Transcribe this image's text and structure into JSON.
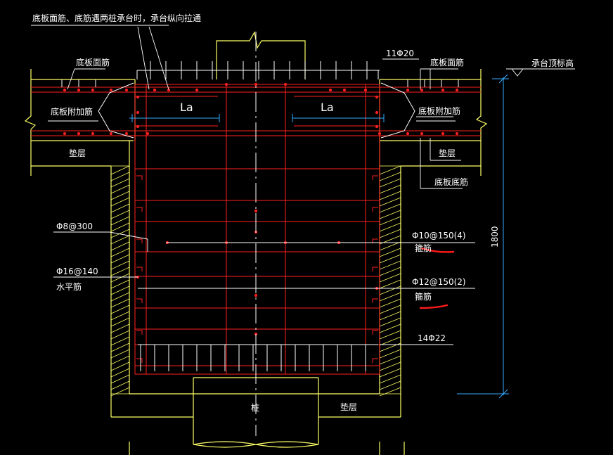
{
  "colors": {
    "background": "#000000",
    "outline": "#ffff66",
    "rebar": "#ff2020",
    "leader": "#ffffff",
    "dimension": "#33aaff",
    "markup": "#ff1a1a"
  },
  "labels": {
    "top_note": "底板面筋、底筋遇两桩承台时，承台纵向拉通",
    "top_rebar_count": "11Φ20",
    "slab_top_left": "底板面筋",
    "slab_top_right": "底板面筋",
    "cap_top_elevation": "承台顶标高",
    "slab_add_left": "底板附加筋",
    "slab_add_right": "底板附加筋",
    "la_left": "La",
    "la_right": "La",
    "cushion_left": "垫层",
    "cushion_right": "垫层",
    "slab_bottom_right": "底板底筋",
    "stirrup_left": "Φ8@300",
    "horizontal_spec": "Φ16@140",
    "horizontal_name": "水平筋",
    "tie_upper_spec": "Φ10@150(4)",
    "tie_upper_name": "箍筋",
    "tie_lower_spec": "Φ12@150(2)",
    "tie_lower_name": "箍筋",
    "bottom_rebar_count": "14Φ22",
    "pile": "桩",
    "cushion_bottom": "垫层",
    "depth_dimension": "1800"
  }
}
